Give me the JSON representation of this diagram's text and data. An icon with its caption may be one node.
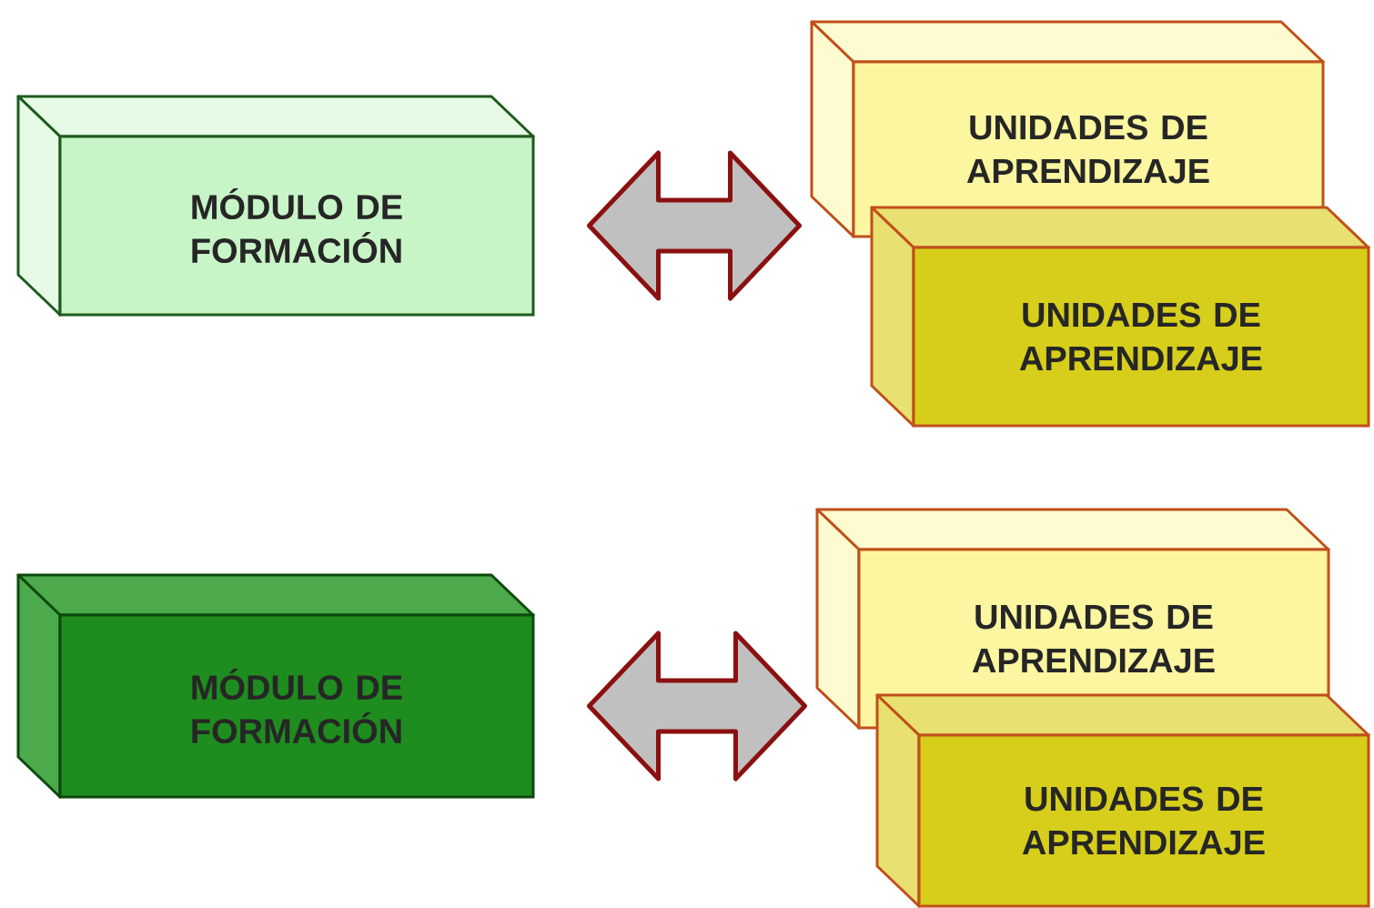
{
  "diagram": {
    "nodes": [
      {
        "text": [
          "MÓDULO DE FORMACIÓN"
        ]
      },
      {
        "text": [
          "UNIDADES DE APRENDIZAJE"
        ]
      },
      {
        "text": [
          "UNIDADES DE APRENDIZAJE"
        ]
      },
      {
        "text": [
          "MÓDULO DE FORMACIÓN"
        ]
      },
      {
        "text": [
          "UNIDADES DE APRENDIZAJE"
        ]
      },
      {
        "text": [
          "UNIDADES DE APRENDIZAJE"
        ]
      }
    ],
    "edges": [
      {
        "from": 0,
        "to": 1,
        "arrow": "both"
      },
      {
        "from": 3,
        "to": 4,
        "arrow": "both"
      }
    ]
  }
}
